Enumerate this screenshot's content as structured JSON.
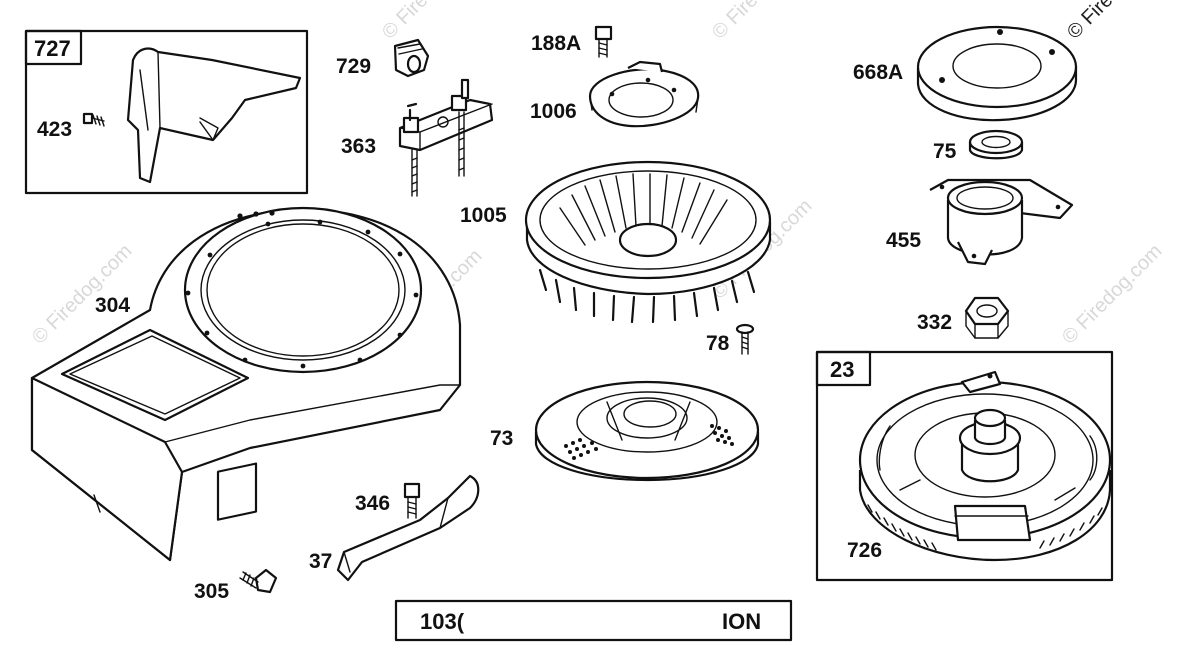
{
  "watermark": "© Firedog.com",
  "copyright_mark": "© Fire",
  "caption": "103(",
  "caption_end": "ION",
  "boxes": {
    "b727": "727",
    "b23": "23"
  },
  "parts": {
    "p423": "423",
    "p729": "729",
    "p363": "363",
    "p188a": "188A",
    "p1006": "1006",
    "p1005": "1005",
    "p304": "304",
    "p668a": "668A",
    "p75": "75",
    "p455": "455",
    "p332": "332",
    "p78": "78",
    "p73": "73",
    "p346": "346",
    "p37": "37",
    "p305": "305",
    "p726": "726"
  }
}
